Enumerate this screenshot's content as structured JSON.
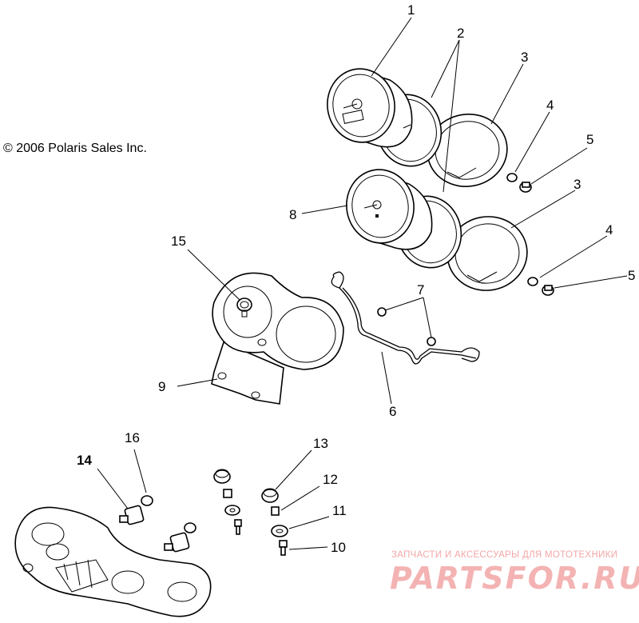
{
  "copyright": "© 2006 Polaris Sales Inc.",
  "callouts": {
    "c1": "1",
    "c2": "2",
    "c3a": "3",
    "c3b": "3",
    "c4a": "4",
    "c4b": "4",
    "c5a": "5",
    "c5b": "5",
    "c6": "6",
    "c7": "7",
    "c8": "8",
    "c9": "9",
    "c10": "10",
    "c11": "11",
    "c12": "12",
    "c13": "13",
    "c14": "14",
    "c15": "15",
    "c16": "16"
  },
  "watermark": {
    "tagline": "ЗАПЧАСТИ И АКСЕССУАРЫ ДЛЯ МОТОТЕХНИКИ",
    "brand": "PARTSFOR.RU",
    "color": "#f2a7a7"
  }
}
